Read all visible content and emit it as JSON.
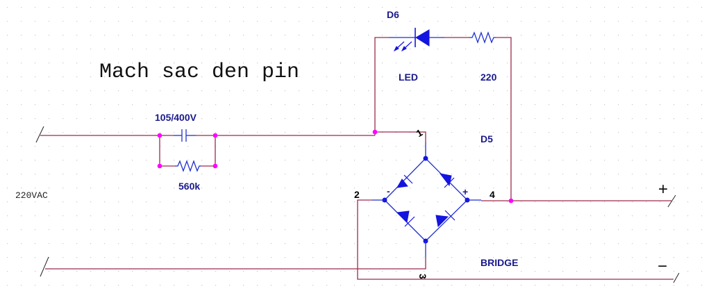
{
  "title": "Mach sac den pin",
  "source_label": "220VAC",
  "components": {
    "capacitor": {
      "value": "105/400V"
    },
    "resistor_bleeder": {
      "value": "560k"
    },
    "led": {
      "ref": "D6",
      "value": "LED"
    },
    "resistor_led": {
      "value": "220"
    },
    "bridge": {
      "ref": "D5",
      "value": "BRIDGE",
      "pins": [
        "1",
        "2",
        "3",
        "4"
      ],
      "minus": "-",
      "plus": "+"
    }
  },
  "output": {
    "positive": "+",
    "negative": "−"
  },
  "colors": {
    "wire": "#9c2a4a",
    "component": "#1f2fd0",
    "junction": "#ff00ff",
    "label": "#1a1a8c"
  }
}
